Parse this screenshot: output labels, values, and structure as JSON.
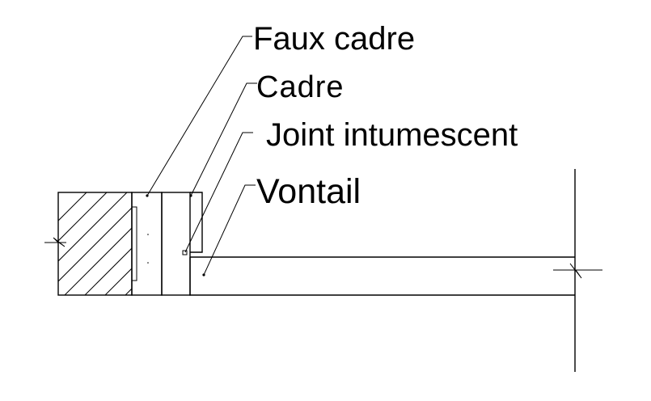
{
  "labels": {
    "faux_cadre": "Faux cadre",
    "cadre": "Cadre",
    "joint": "Joint intumescent",
    "vontail": "Vontail"
  },
  "colors": {
    "line": "#000000",
    "background": "#ffffff"
  }
}
